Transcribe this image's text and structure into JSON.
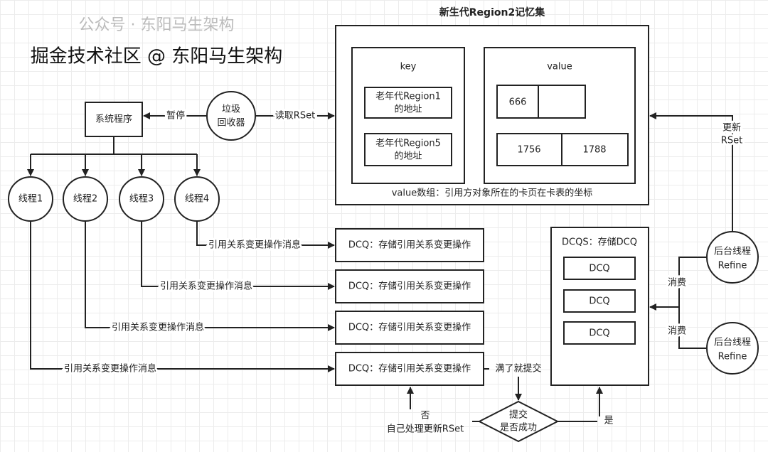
{
  "title": "新生代Region2记忆集",
  "key": {
    "label": "key",
    "items": [
      [
        "老年代Region1",
        "的地址"
      ],
      [
        "老年代Region5",
        "的地址"
      ]
    ]
  },
  "value": {
    "label": "value",
    "rows": [
      [
        "666",
        ""
      ],
      [
        "1756",
        "1788"
      ]
    ]
  },
  "value_caption": "value数组：引用方对象所在的卡页在卡表的坐标",
  "system_program": "系统程序",
  "pause_label": "暂停",
  "gc": [
    "垃圾",
    "回收器"
  ],
  "read_rset_label": "读取RSet",
  "threads": [
    "线程1",
    "线程2",
    "线程3",
    "线程4"
  ],
  "message_label": "引用关系变更操作消息",
  "dcq_label": "DCQ：存储引用关系变更操作",
  "dcqs": {
    "title": "DCQS：存储DCQ",
    "items": [
      "DCQ",
      "DCQ",
      "DCQ"
    ]
  },
  "refine": [
    "后台线程",
    "Refine"
  ],
  "update_rset": [
    "更新",
    "RSet"
  ],
  "consume_label": "消费",
  "full_submit_label": "满了就提交",
  "decision": [
    "提交",
    "是否成功"
  ],
  "yes_label": "是",
  "no_label": [
    "否",
    "自己处理更新RSet"
  ],
  "watermark": {
    "faint": "公众号 · 东阳马生架构",
    "main": "掘金技术社区 @ 东阳马生架构"
  }
}
